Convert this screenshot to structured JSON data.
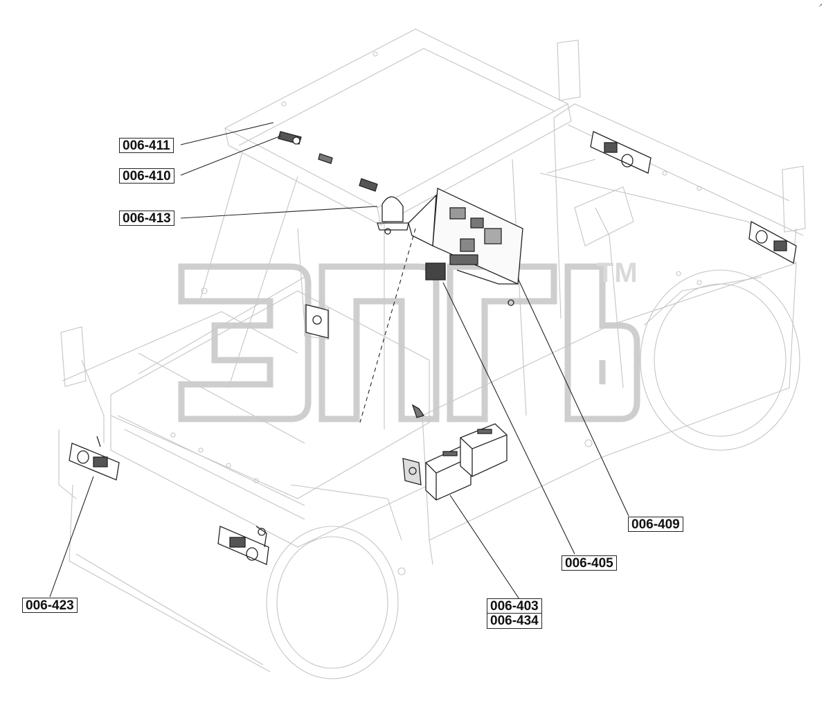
{
  "diagram": {
    "callouts": [
      {
        "id": "c411",
        "label": "006-411"
      },
      {
        "id": "c410",
        "label": "006-410"
      },
      {
        "id": "c413",
        "label": "006-413"
      },
      {
        "id": "c409",
        "label": "006-409"
      },
      {
        "id": "c405",
        "label": "006-405"
      },
      {
        "id": "c403",
        "label": "006-403"
      },
      {
        "id": "c434",
        "label": "006-434"
      },
      {
        "id": "c423",
        "label": "006-423"
      }
    ],
    "watermark": {
      "tm": "TM"
    }
  }
}
